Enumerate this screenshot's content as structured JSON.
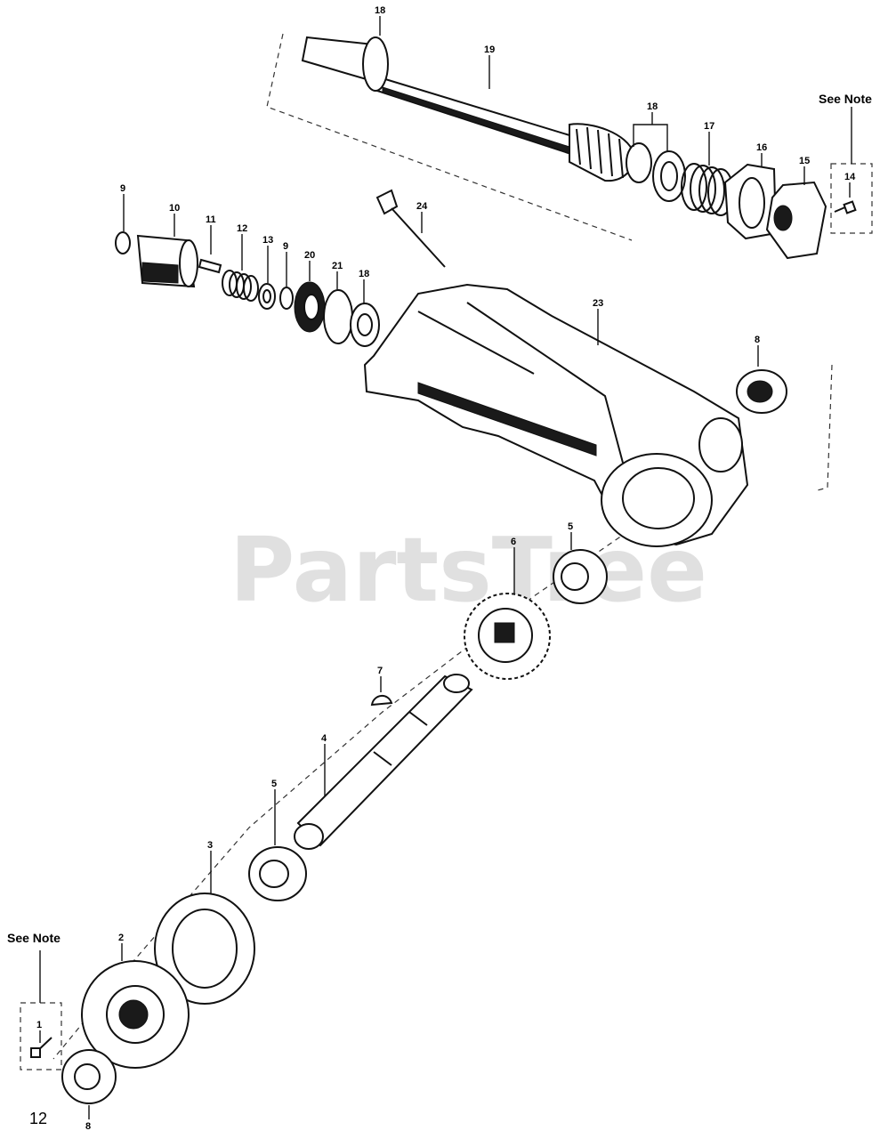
{
  "watermark": "PartsTree",
  "page_number": "12",
  "notes": [
    {
      "id": "note-top",
      "text": "See Note"
    },
    {
      "id": "note-bottom",
      "text": "See Note"
    }
  ],
  "callouts": {
    "c18a": "18",
    "c19": "19",
    "c18b": "18",
    "c17": "17",
    "c16": "16",
    "c15": "15",
    "c14": "14",
    "c9a": "9",
    "c10": "10",
    "c11": "11",
    "c12": "12",
    "c13": "13",
    "c9b": "9",
    "c20": "20",
    "c21": "21",
    "c18c": "18",
    "c24": "24",
    "c23": "23",
    "c8a": "8",
    "c5a": "5",
    "c6": "6",
    "c7": "7",
    "c4": "4",
    "c5b": "5",
    "c3": "3",
    "c2": "2",
    "c1": "1",
    "c8b": "8"
  },
  "colors": {
    "ink": "#111111",
    "watermark": "#c8c8c8",
    "background": "#ffffff"
  }
}
